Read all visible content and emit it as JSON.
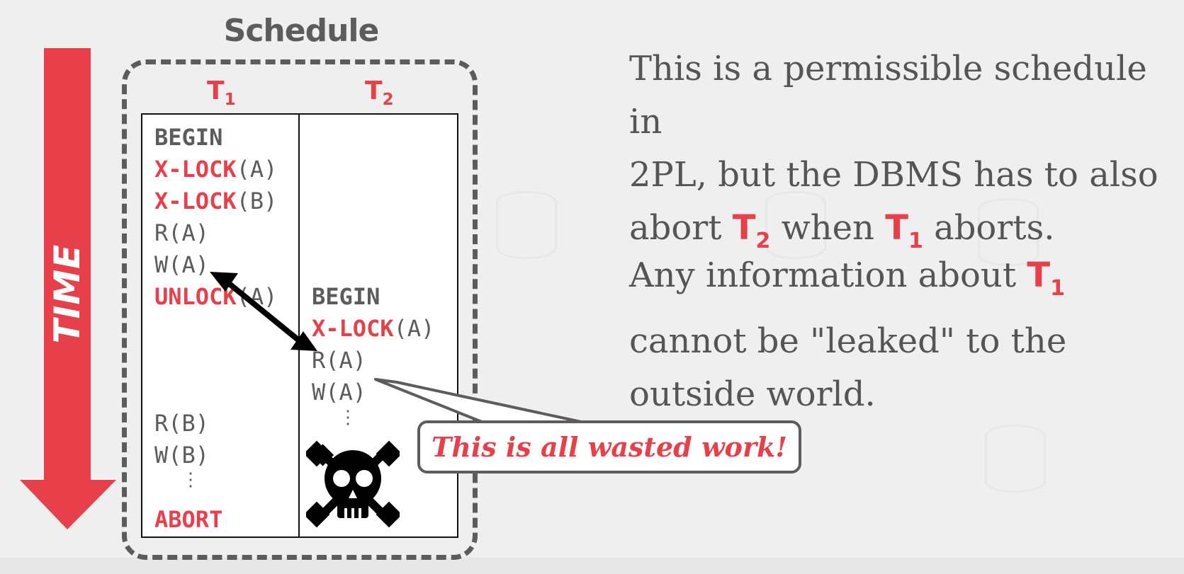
{
  "schedule": {
    "title": "Schedule",
    "t1": {
      "name": "T",
      "sub": "1"
    },
    "t2": {
      "name": "T",
      "sub": "2"
    }
  },
  "time_label": "TIME",
  "t1_ops": {
    "begin": "BEGIN",
    "xlock_a": {
      "kw": "X-LOCK",
      "arg": "(A)"
    },
    "xlock_b": {
      "kw": "X-LOCK",
      "arg": "(B)"
    },
    "read_a": "R(A)",
    "write_a": "W(A)",
    "unlock_a": {
      "kw": "UNLOCK",
      "arg": "(A)"
    },
    "read_b": "R(B)",
    "write_b": "W(B)",
    "ellipsis": "⋮",
    "abort": "ABORT"
  },
  "t2_ops": {
    "begin": "BEGIN",
    "xlock_a": {
      "kw": "X-LOCK",
      "arg": "(A)"
    },
    "read_a": "R(A)",
    "write_a": "W(A)",
    "ellipsis": "⋮"
  },
  "explanation": {
    "p1_line1": "This is a permissible schedule in",
    "p1_line2": "2PL, but the DBMS has to also",
    "p1_line3_a": "abort ",
    "p1_t2": {
      "name": "T",
      "sub": "2"
    },
    "p1_line3_b": " when ",
    "p1_t1": {
      "name": "T",
      "sub": "1"
    },
    "p1_line3_c": " aborts.",
    "p2_line1": "Any information about ",
    "p2_t1": {
      "name": "T",
      "sub": "1"
    },
    "p2_line2": "cannot be \"leaked\" to the",
    "p2_line3": "outside world."
  },
  "callout": "This is all wasted work!",
  "icons": {
    "time_arrow": "down-arrow-icon",
    "skull": "skull-crossbones-icon",
    "dependency": "double-headed-arrow-icon"
  },
  "colors": {
    "accent_red": "#e8404a",
    "text_gray": "#5c5c5c",
    "background": "#efefef"
  }
}
